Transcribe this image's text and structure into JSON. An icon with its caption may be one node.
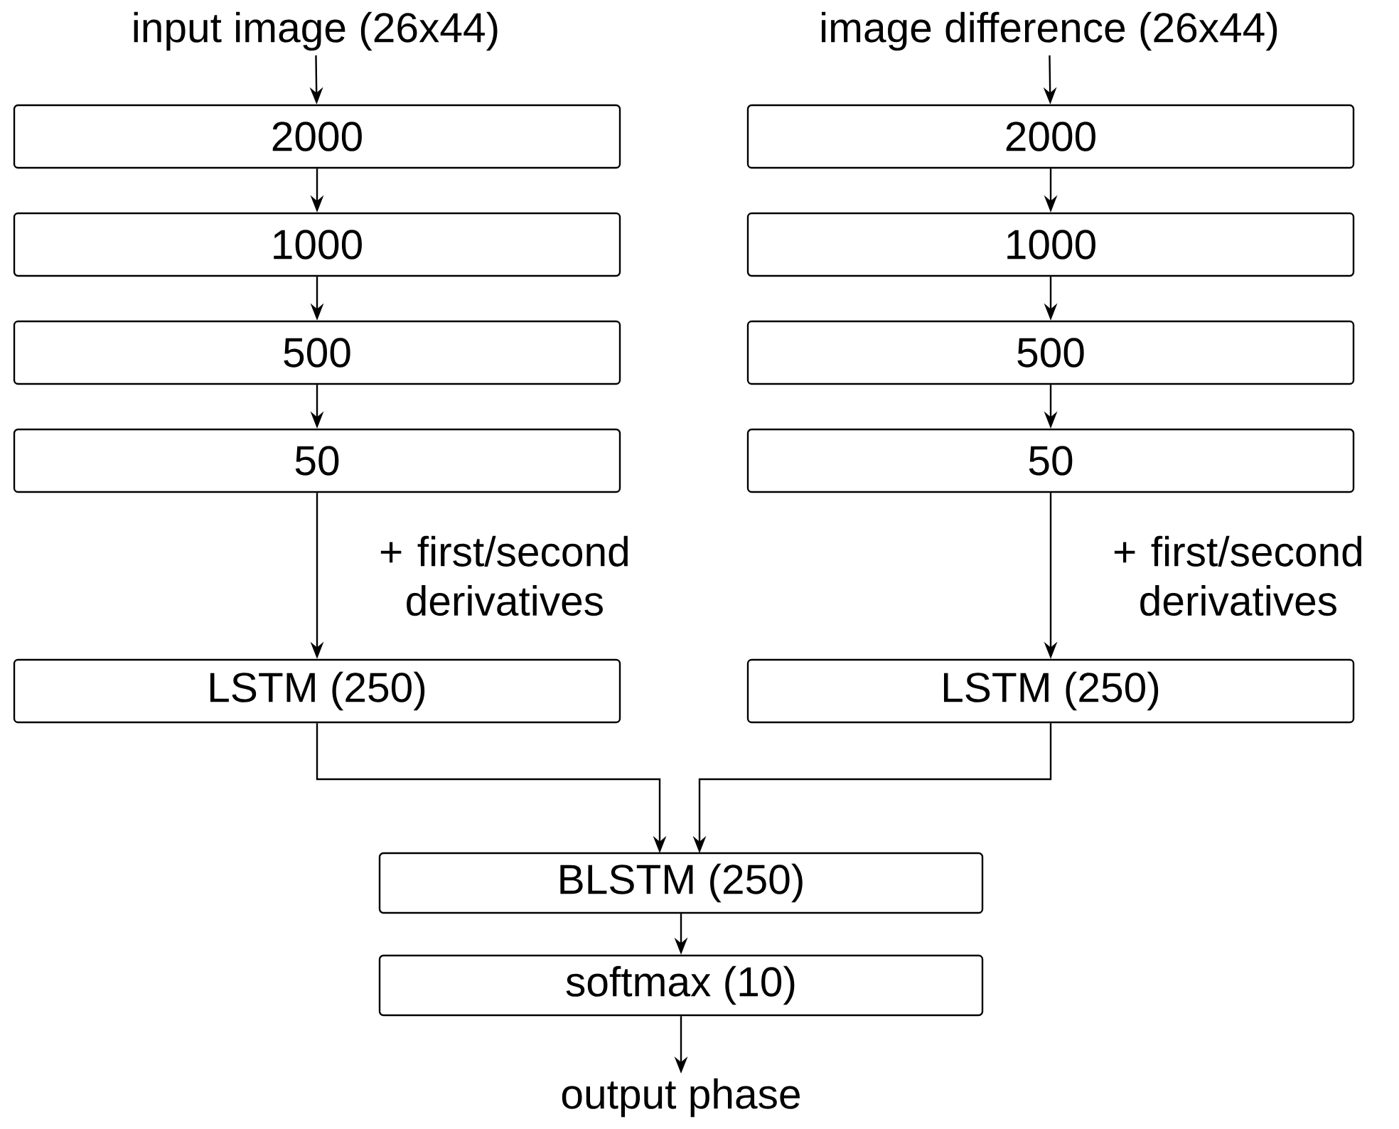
{
  "diagram": {
    "nodes": [
      {
        "text": [
          "input image (26x44)"
        ]
      },
      {
        "text": [
          "2000"
        ]
      },
      {
        "text": [
          "1000"
        ]
      },
      {
        "text": [
          "500"
        ]
      },
      {
        "text": [
          "50"
        ]
      },
      {
        "text": [
          "LSTM (250)"
        ]
      },
      {
        "text": [
          "image difference (26x44)"
        ]
      },
      {
        "text": [
          "2000"
        ]
      },
      {
        "text": [
          "1000"
        ]
      },
      {
        "text": [
          "500"
        ]
      },
      {
        "text": [
          "50"
        ]
      },
      {
        "text": [
          "LSTM (250)"
        ]
      },
      {
        "text": [
          "BLSTM (250)"
        ]
      },
      {
        "text": [
          "softmax (10)"
        ]
      },
      {
        "text": [
          "output phase"
        ]
      }
    ],
    "edges": [
      {
        "from": 0,
        "to": 1,
        "arrow": "to"
      },
      {
        "from": 1,
        "to": 2,
        "arrow": "to"
      },
      {
        "from": 2,
        "to": 3,
        "arrow": "to"
      },
      {
        "from": 3,
        "to": 4,
        "arrow": "to"
      },
      {
        "from": 4,
        "to": 5,
        "arrow": "to",
        "label": "+ first/second derivatives"
      },
      {
        "from": 6,
        "to": 7,
        "arrow": "to"
      },
      {
        "from": 7,
        "to": 8,
        "arrow": "to"
      },
      {
        "from": 8,
        "to": 9,
        "arrow": "to"
      },
      {
        "from": 9,
        "to": 10,
        "arrow": "to"
      },
      {
        "from": 10,
        "to": 11,
        "arrow": "to",
        "label": "+ first/second derivatives"
      },
      {
        "from": 5,
        "to": 12,
        "arrow": "to"
      },
      {
        "from": 11,
        "to": 12,
        "arrow": "to"
      },
      {
        "from": 12,
        "to": 13,
        "arrow": "to"
      },
      {
        "from": 13,
        "to": 14,
        "arrow": "to"
      }
    ]
  }
}
